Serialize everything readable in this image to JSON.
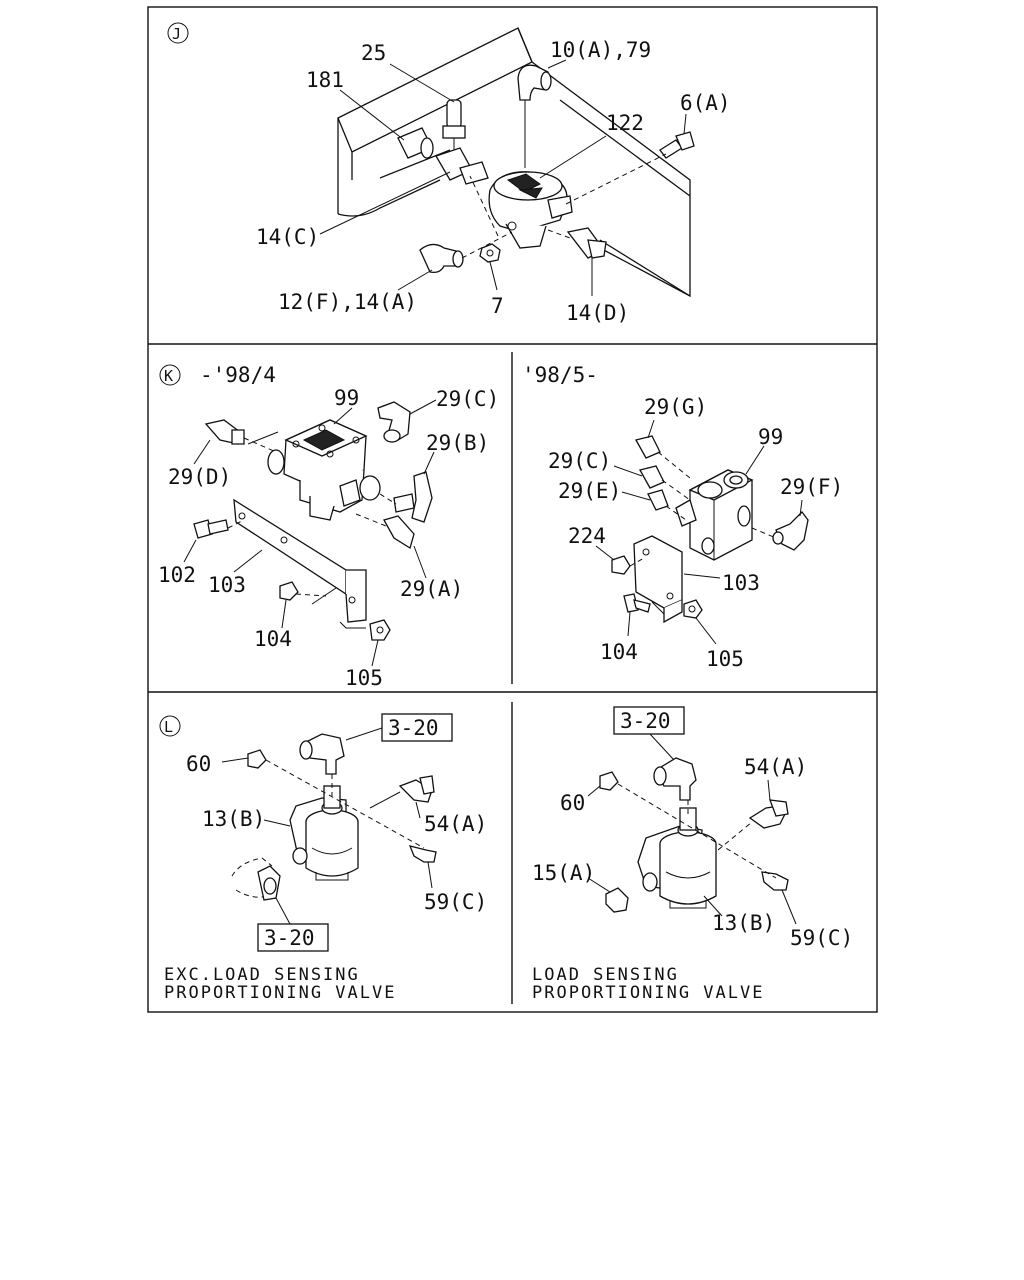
{
  "panels": {
    "J": {
      "id": "J",
      "labels": {
        "p25": "25",
        "p10a79": "10(A),79",
        "p181": "181",
        "p6a": "6(A)",
        "p122": "122",
        "p14c": "14(C)",
        "p12f14a": "12(F),14(A)",
        "p7": "7",
        "p14d": "14(D)"
      }
    },
    "K": {
      "id": "K",
      "left": {
        "date": "-'98/4",
        "labels": {
          "p99": "99",
          "p29c": "29(C)",
          "p29b": "29(B)",
          "p29d": "29(D)",
          "p102": "102",
          "p103": "103",
          "p29a": "29(A)",
          "p104": "104",
          "p105": "105"
        }
      },
      "right": {
        "date": "'98/5-",
        "labels": {
          "p29g": "29(G)",
          "p99": "99",
          "p29c": "29(C)",
          "p29e": "29(E)",
          "p29f": "29(F)",
          "p224": "224",
          "p103": "103",
          "p104": "104",
          "p105": "105"
        }
      }
    },
    "L": {
      "id": "L",
      "left": {
        "ref_top": "3-20",
        "ref_bottom": "3-20",
        "caption_line1": "EXC.LOAD SENSING",
        "caption_line2": "PROPORTIONING VALVE",
        "labels": {
          "p60": "60",
          "p54a": "54(A)",
          "p13b": "13(B)",
          "p59c": "59(C)"
        }
      },
      "right": {
        "ref_top": "3-20",
        "caption_line1": "LOAD SENSING",
        "caption_line2": "PROPORTIONING VALVE",
        "labels": {
          "p54a": "54(A)",
          "p60": "60",
          "p15a": "15(A)",
          "p13b": "13(B)",
          "p59c": "59(C)"
        }
      }
    }
  }
}
